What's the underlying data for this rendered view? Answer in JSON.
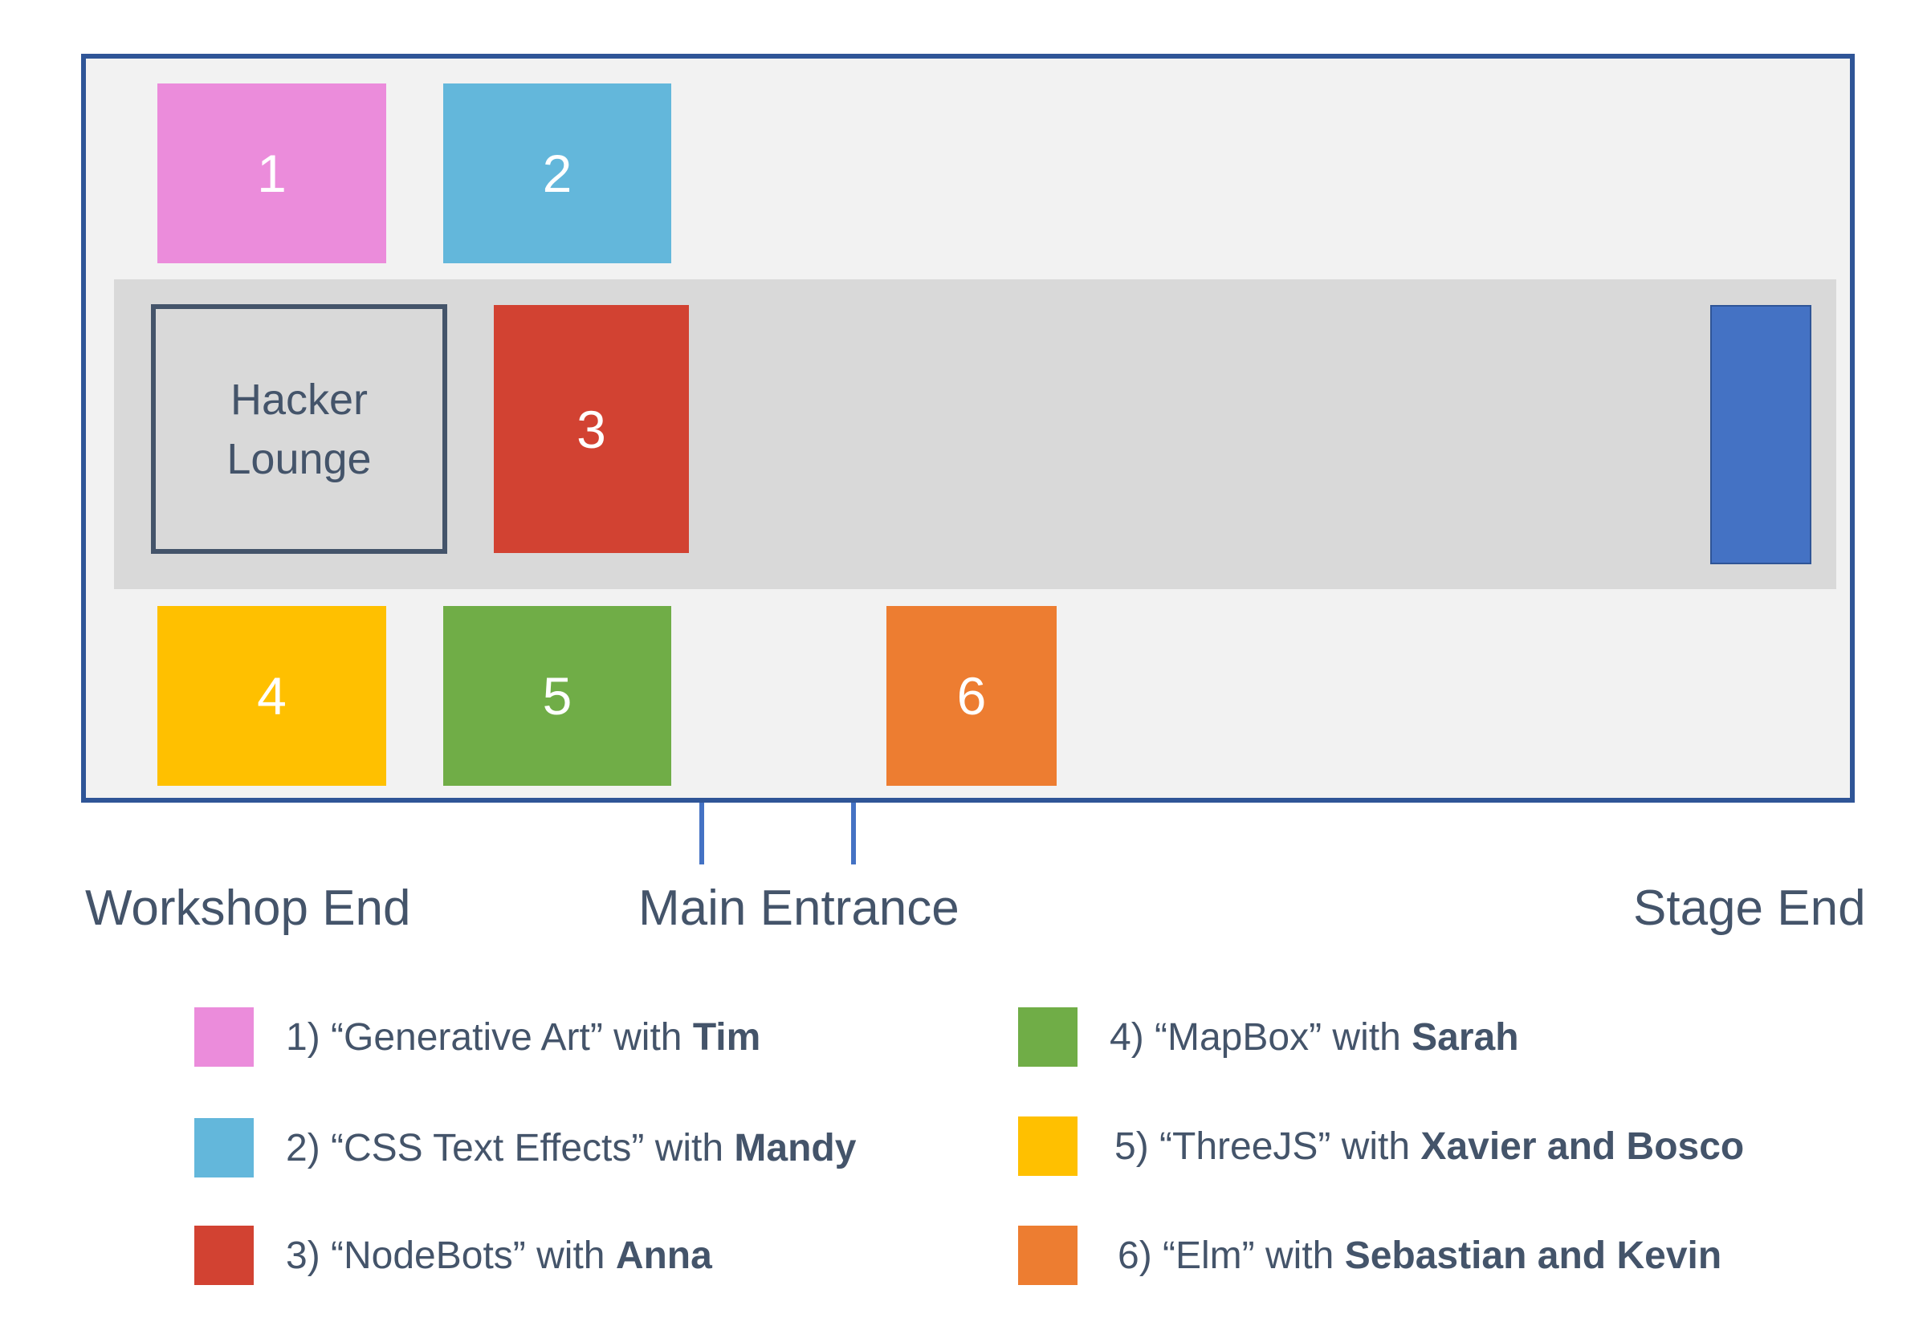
{
  "booths": [
    {
      "number": "1",
      "color": "#eb8cdb"
    },
    {
      "number": "2",
      "color": "#63b7db"
    },
    {
      "number": "3",
      "color": "#d24232"
    },
    {
      "number": "4",
      "color": "#ffc000"
    },
    {
      "number": "5",
      "color": "#70ad47"
    },
    {
      "number": "6",
      "color": "#ed7d31"
    }
  ],
  "lounge": {
    "line1": "Hacker",
    "line2": "Lounge"
  },
  "labels": {
    "workshop_end": "Workshop End",
    "main_entrance": "Main Entrance",
    "stage_end": "Stage End"
  },
  "legend": [
    {
      "prefix": "1) “Generative Art” with ",
      "host": "Tim",
      "color": "#eb8cdb"
    },
    {
      "prefix": "2) “CSS Text Effects” with ",
      "host": "Mandy",
      "color": "#63b7db"
    },
    {
      "prefix": "3) “NodeBots” with ",
      "host": "Anna",
      "color": "#d24232"
    },
    {
      "prefix": "4) “MapBox” with ",
      "host": "Sarah",
      "color": "#70ad47"
    },
    {
      "prefix": "5) “ThreeJS” with ",
      "host": "Xavier and Bosco",
      "color": "#ffc000"
    },
    {
      "prefix": "6) “Elm” with ",
      "host": "Sebastian and Kevin",
      "color": "#ed7d31"
    }
  ]
}
